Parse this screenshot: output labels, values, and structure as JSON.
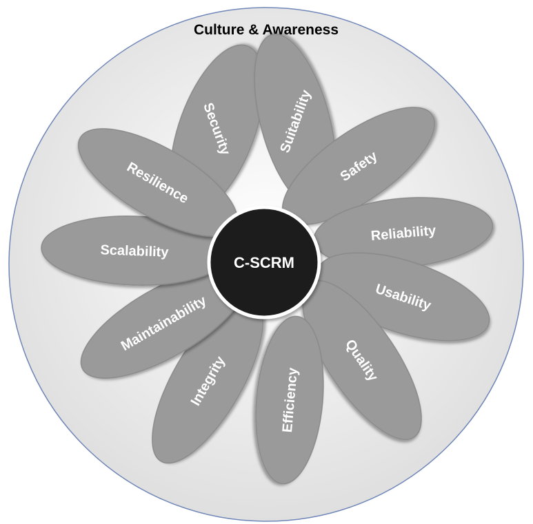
{
  "title": "Culture & Awareness",
  "center": {
    "label": "C-SCRM"
  },
  "petals": [
    {
      "label": "Security"
    },
    {
      "label": "Suitability"
    },
    {
      "label": "Safety"
    },
    {
      "label": "Reliability"
    },
    {
      "label": "Usability"
    },
    {
      "label": "Quality"
    },
    {
      "label": "Efficiency"
    },
    {
      "label": "Integrity"
    },
    {
      "label": "Maintainability"
    },
    {
      "label": "Scalability"
    },
    {
      "label": "Resilience"
    }
  ],
  "colors": {
    "petal_fill": "#9a9a9a",
    "center_fill": "#1e1b1c",
    "outer_circle_fill": "#e6e6e6",
    "outer_circle_stroke": "#6f86b8"
  }
}
